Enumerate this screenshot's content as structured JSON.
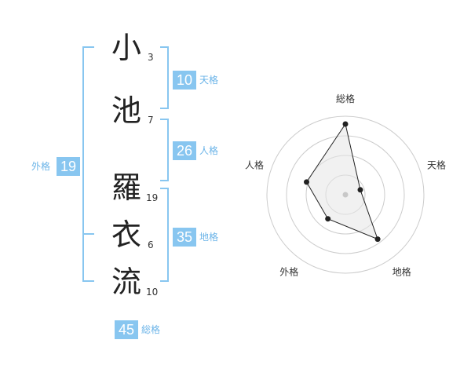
{
  "name": {
    "characters": [
      {
        "char": "小",
        "strokes": "3"
      },
      {
        "char": "池",
        "strokes": "7"
      },
      {
        "char": "羅",
        "strokes": "19"
      },
      {
        "char": "衣",
        "strokes": "6"
      },
      {
        "char": "流",
        "strokes": "10"
      }
    ]
  },
  "scores": {
    "tenkaku": {
      "value": "10",
      "label": "天格"
    },
    "jinkaku": {
      "value": "26",
      "label": "人格"
    },
    "chikaku": {
      "value": "35",
      "label": "地格"
    },
    "gaikaku": {
      "value": "19",
      "label": "外格"
    },
    "soukaku": {
      "value": "45",
      "label": "総格"
    }
  },
  "colors": {
    "accent": "#88c6f0",
    "label": "#6bb4e8",
    "bracket": "#88c6f0"
  },
  "chart_data": {
    "type": "radar",
    "axes": [
      "総格",
      "天格",
      "地格",
      "外格",
      "人格"
    ],
    "values": [
      45,
      10,
      35,
      19,
      26
    ],
    "rmax": 50,
    "rings": 4,
    "grid": true
  }
}
